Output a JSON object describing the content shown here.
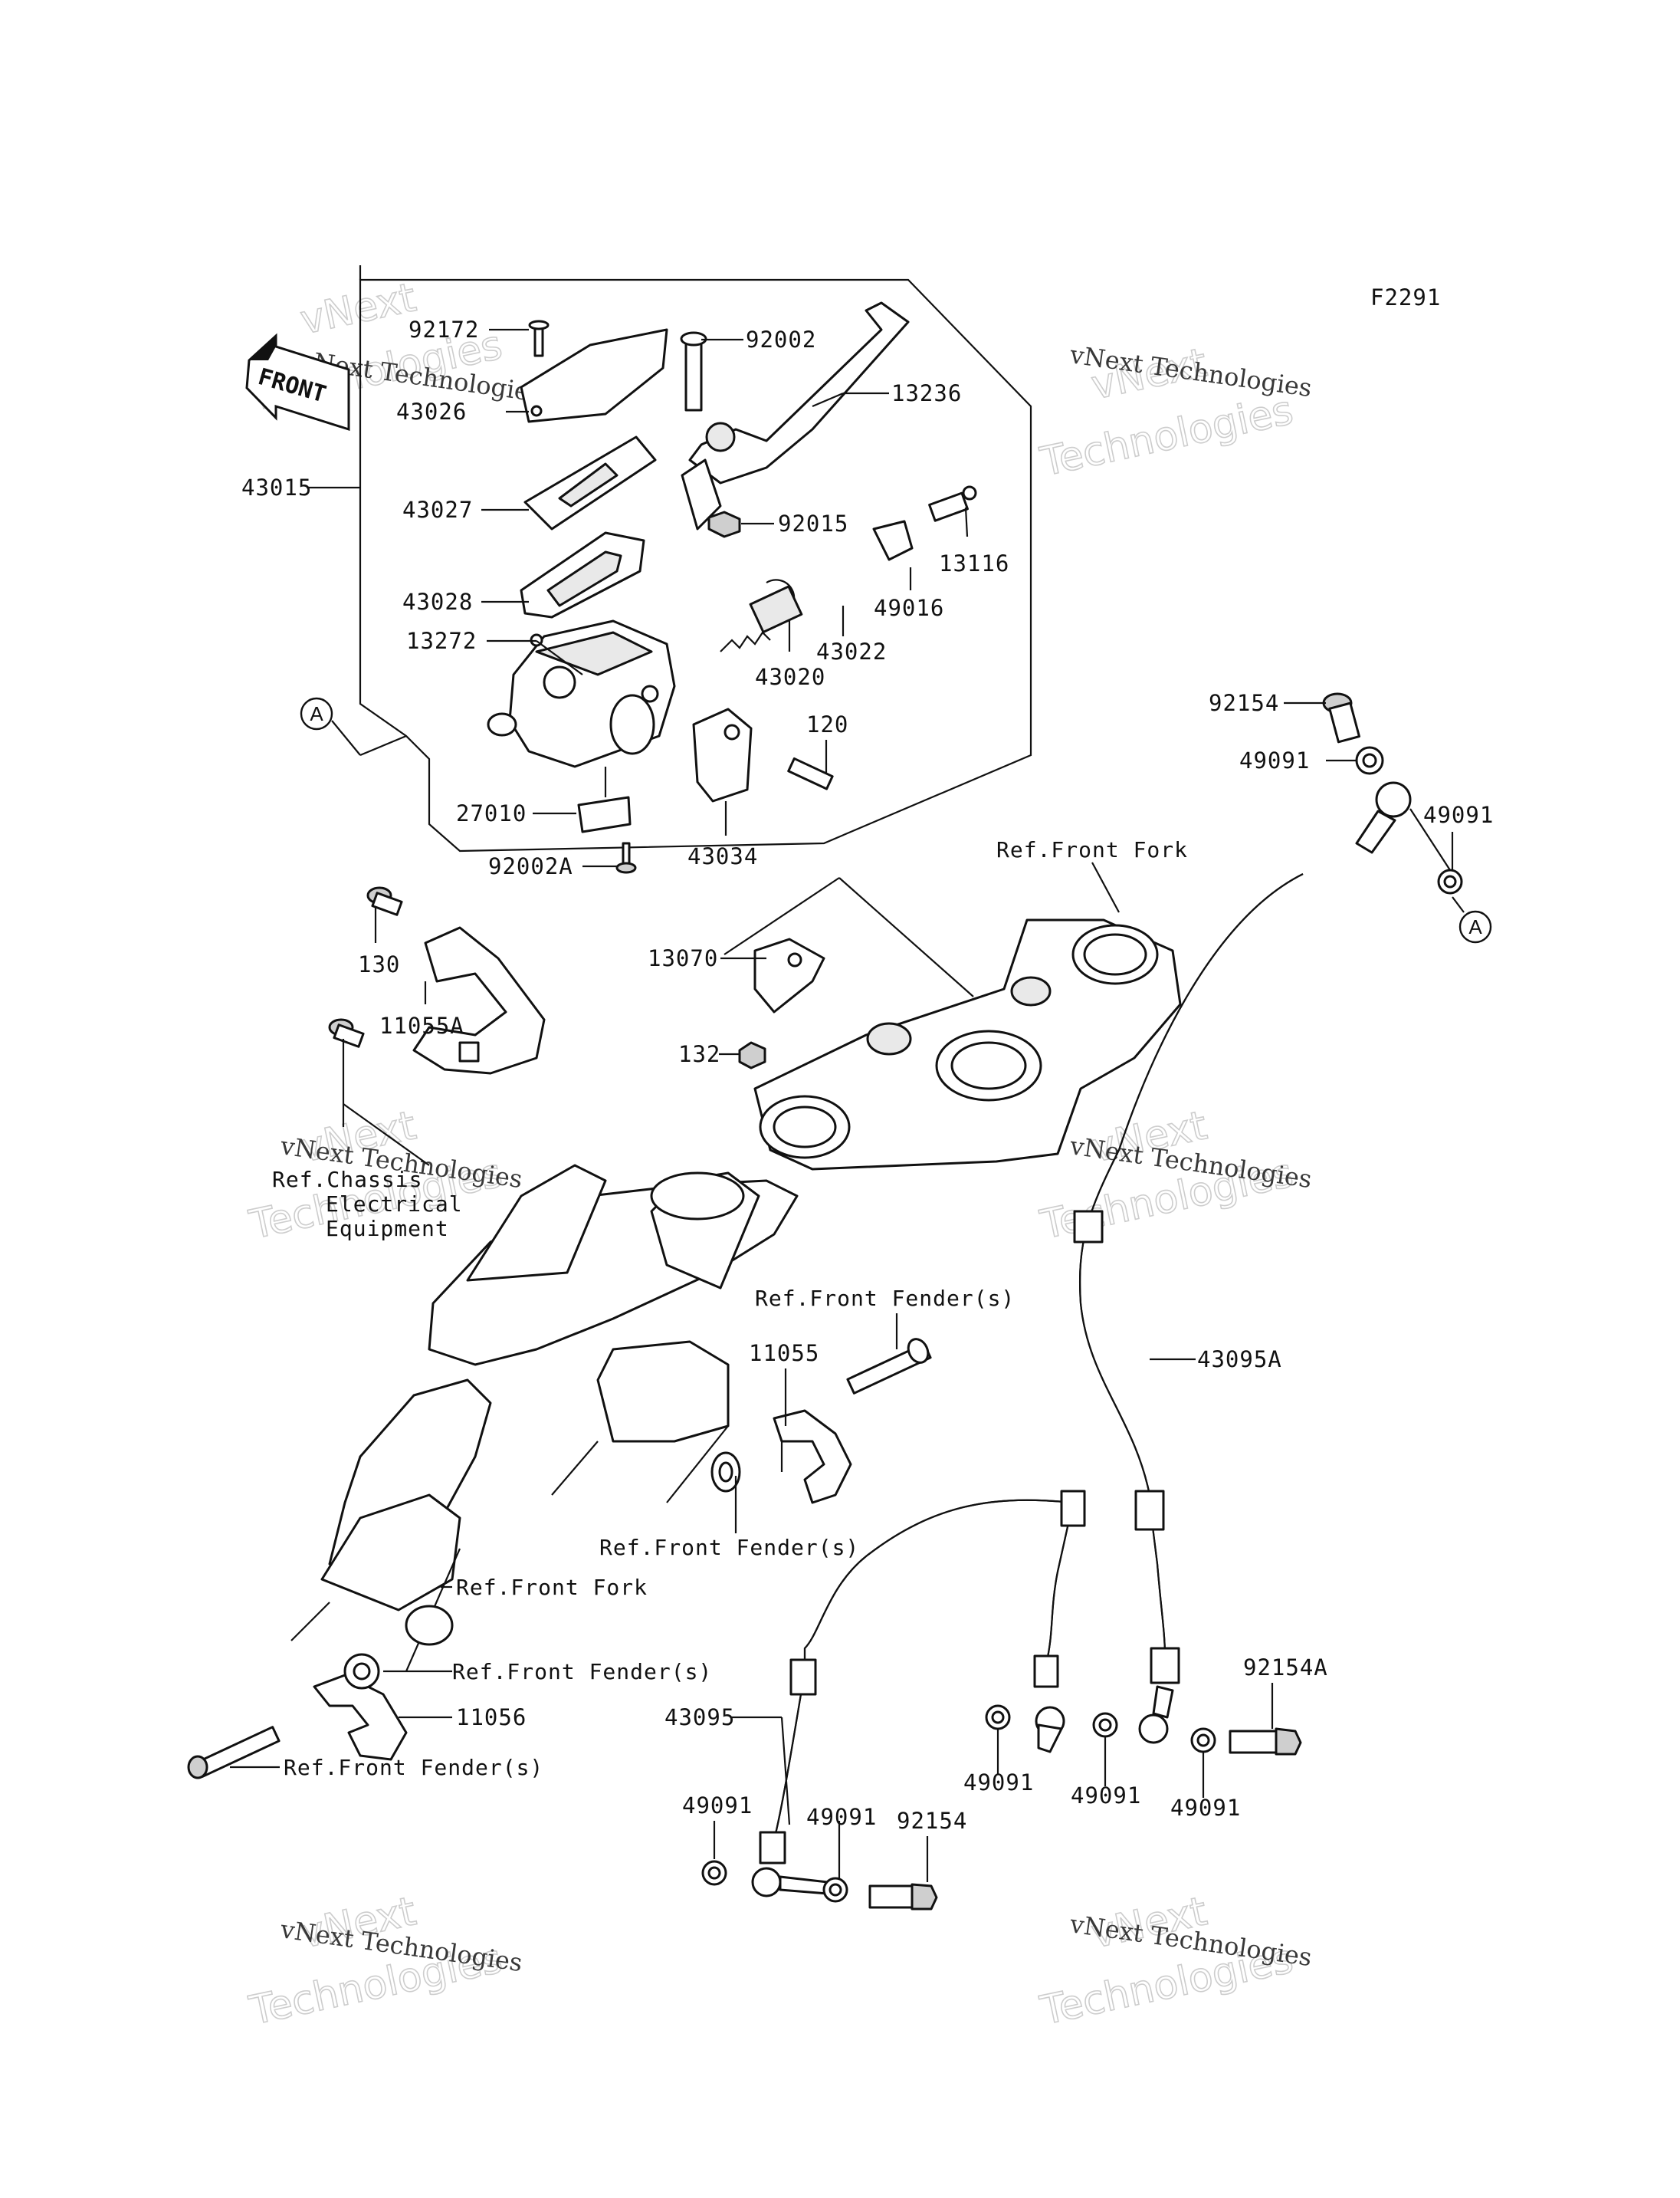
{
  "figure_code": "F2291",
  "front_arrow_label": "FRONT",
  "callout_marker": "A",
  "part_labels": {
    "p92172": "92172",
    "p43026": "43026",
    "p43015": "43015",
    "p43027": "43027",
    "p43028": "43028",
    "p13272": "13272",
    "p27010": "27010",
    "p92002A": "92002A",
    "p92002": "92002",
    "p13236": "13236",
    "p92015": "92015",
    "p13116": "13116",
    "p49016": "49016",
    "p43022": "43022",
    "p43020": "43020",
    "p120": "120",
    "p43034": "43034",
    "p92154_top": "92154",
    "p49091_top1": "49091",
    "p49091_top2": "49091",
    "p13070": "13070",
    "p132": "132",
    "p130": "130",
    "p11055A": "11055A",
    "p11055": "11055",
    "p11056": "11056",
    "p43095A": "43095A",
    "p43095": "43095",
    "p92154A": "92154A",
    "p49091_b1": "49091",
    "p49091_b2": "49091",
    "p49091_b3": "49091",
    "p49091_b4": "49091",
    "p49091_b5": "49091",
    "p92154_bottom": "92154"
  },
  "reference_labels": {
    "front_fork_top": "Ref.Front Fork",
    "chassis_line1": "Ref.Chassis",
    "chassis_line2": "Electrical",
    "chassis_line3": "Equipment",
    "front_fender_1": "Ref.Front Fender(s)",
    "front_fender_2": "Ref.Front Fender(s)",
    "front_fork_bottom": "Ref.Front Fork",
    "front_fender_3": "Ref.Front Fender(s)",
    "front_fender_4": "Ref.Front Fender(s)"
  },
  "watermark": {
    "line1": "vNext Technologies",
    "line2": "vNext",
    "line3": "Technologies"
  }
}
